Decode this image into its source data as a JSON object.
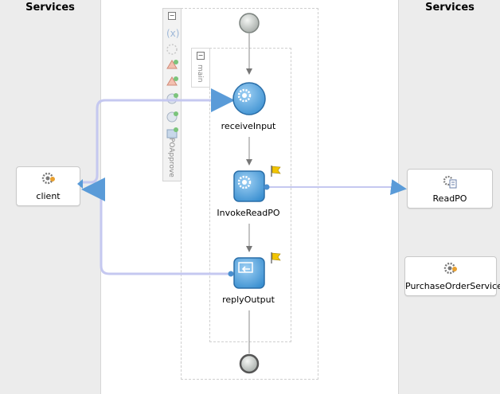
{
  "lanes": {
    "left_title": "Services",
    "right_title": "Services"
  },
  "left_services": [
    {
      "label": "client",
      "icon": "gear-service-icon"
    }
  ],
  "right_services": [
    {
      "label": "ReadPO",
      "icon": "gear-document-icon"
    },
    {
      "label": "PurchaseOrderService",
      "icon": "gear-service-icon"
    }
  ],
  "process": {
    "scope_name": "POApprove",
    "sequence_name": "main",
    "activities": [
      {
        "label": "receiveInput",
        "type": "receive",
        "flag": false
      },
      {
        "label": "InvokeReadPO",
        "type": "invoke",
        "flag": true
      },
      {
        "label": "replyOutput",
        "type": "reply",
        "flag": true
      }
    ]
  },
  "colors": {
    "link": "#c5c8f0",
    "arrow": "#5a9bd8",
    "node_fill": "#5ea8e0",
    "flag": "#f2c500"
  }
}
